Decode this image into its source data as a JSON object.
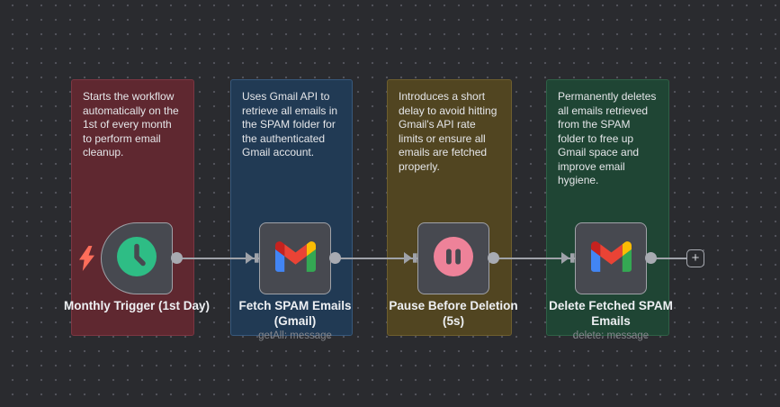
{
  "canvas": {
    "background_color": "#2a2b2f",
    "grid_dot_color": "#51525a"
  },
  "palette": {
    "node_fill": "#474950",
    "node_border": "#a0a2a8",
    "connector": "#9fa2a9",
    "node_label": "#eef0f3",
    "node_subtitle": "#85878d",
    "sticky_text": "#e5e6e9",
    "trigger_bolt": "#ff6d5a",
    "clock_green": "#2ebd85",
    "pause_pink": "#ee8299"
  },
  "gmail_colors": {
    "blue": "#4285f4",
    "green": "#34a853",
    "yellow": "#fbbc04",
    "red": "#ea4335",
    "dark_red": "#c5221f"
  },
  "sticky_notes": [
    {
      "text": "Starts the workflow automatically on the 1st of every month to perform email cleanup.",
      "bg": "#5f2830",
      "border": "#7c3642"
    },
    {
      "text": "Uses Gmail API to retrieve all emails in the SPAM folder for the authenticated Gmail account.",
      "bg": "#213a54",
      "border": "#37587c"
    },
    {
      "text": "Introduces a short delay to avoid hitting Gmail's API rate limits or ensure all emails are fetched properly.",
      "bg": "#514521",
      "border": "#6d5e2e"
    },
    {
      "text": "Permanently deletes all emails retrieved from the SPAM folder to free up Gmail space and improve email hygiene.",
      "bg": "#1f4534",
      "border": "#2e6046"
    }
  ],
  "nodes": [
    {
      "label": "Monthly Trigger (1st Day)",
      "subtitle": "",
      "icon": "clock-icon"
    },
    {
      "label": "Fetch SPAM Emails (Gmail)",
      "subtitle": "getAll: message",
      "icon": "gmail-icon"
    },
    {
      "label": "Pause Before Deletion (5s)",
      "subtitle": "",
      "icon": "pause-icon"
    },
    {
      "label": "Delete Fetched SPAM Emails",
      "subtitle": "delete: message",
      "icon": "gmail-icon"
    }
  ],
  "add_node_button": {
    "label": "+"
  }
}
